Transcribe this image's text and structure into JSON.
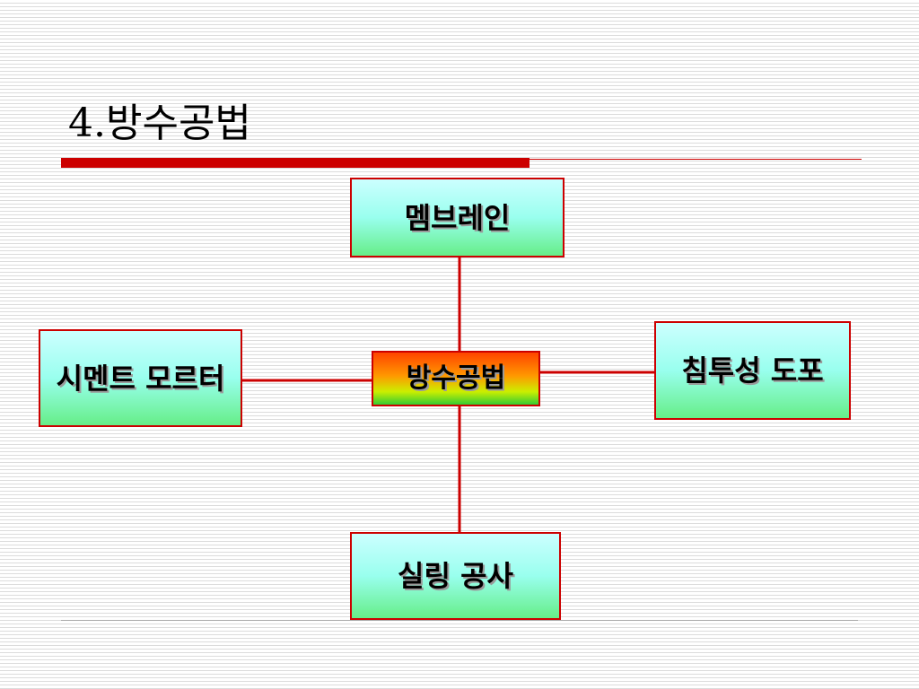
{
  "slide": {
    "title": "4.방수공법"
  },
  "diagram": {
    "center": {
      "label": "방수공법"
    },
    "top": {
      "label": "멤브레인"
    },
    "left": {
      "label": "시멘트 모르터"
    },
    "right": {
      "label": "침투성 도포"
    },
    "bottom": {
      "label": "실링 공사"
    },
    "colors": {
      "connector": "#cc0000",
      "title_bar": "#cc0000",
      "node_border": "#cc0000"
    }
  }
}
